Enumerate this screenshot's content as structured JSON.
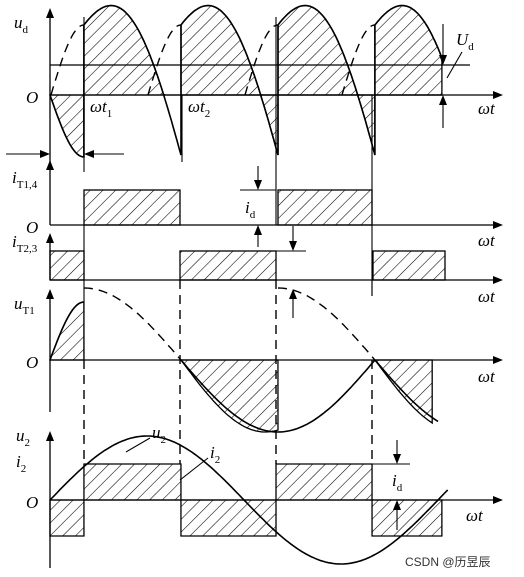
{
  "labels": {
    "u_d": {
      "main": "u",
      "sub": "d"
    },
    "U_d": {
      "main": "U",
      "sub": "d"
    },
    "i_t14": {
      "main": "i",
      "sub": "T1,4"
    },
    "i_t23": {
      "main": "i",
      "sub": "T2,3"
    },
    "i_d": {
      "main": "i",
      "sub": "d"
    },
    "u_t1": {
      "main": "u",
      "sub": "T1"
    },
    "u_2": {
      "main": "u",
      "sub": "2"
    },
    "i_2": {
      "main": "i",
      "sub": "2"
    },
    "omega_t1": {
      "main": "ωt",
      "sub": "1"
    },
    "omega_t2": {
      "main": "ωt",
      "sub": "2"
    },
    "omega_t": "ωt",
    "origin": "O"
  },
  "watermark": "CSDN @历昱辰",
  "colors": {
    "ink": "#000000",
    "background": "#ffffff"
  }
}
